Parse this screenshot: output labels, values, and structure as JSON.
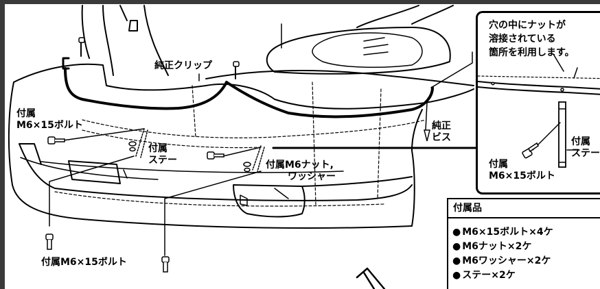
{
  "labels": {
    "genuine_clip": "純正クリップ",
    "bolt_top_line1": "付属",
    "bolt_top_line2": "M6×15ボルト",
    "stay_line1": "付属",
    "stay_line2": "ステー",
    "nut_line1": "付属M6ナット,",
    "nut_line2": "ワッシャー",
    "genuine_screw_line1": "純正",
    "genuine_screw_line2": "ビス",
    "bolt_bottom": "付属M6×15ボルト"
  },
  "inset": {
    "note_line1": "穴の中にナットが",
    "note_line2": "溶接されている",
    "note_line3": "箇所を利用します。",
    "stay_line1": "付属",
    "stay_line2": "ステー",
    "bolt_line1": "付属",
    "bolt_line2": "M6×15ボルト"
  },
  "parts_list": {
    "title": "付属品",
    "items": [
      "M6×15ボルト×4ケ",
      "M6ナット×2ケ",
      "M6ワッシャー×2ケ",
      "ステー×2ケ"
    ]
  }
}
